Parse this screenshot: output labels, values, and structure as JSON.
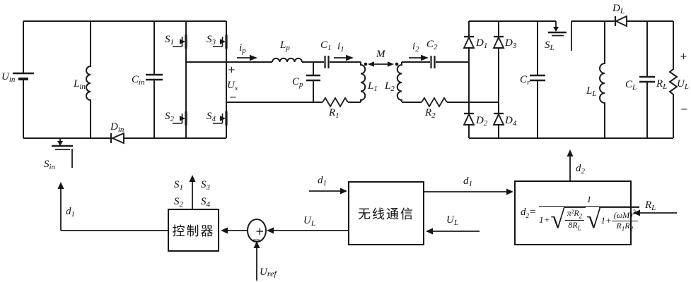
{
  "colors": {
    "ink": "#1b1b1b",
    "background": "#ffffff"
  },
  "power_circuit": {
    "input": {
      "uin": {
        "b": "U",
        "s": "in"
      },
      "lin": {
        "b": "L",
        "s": "in"
      },
      "cin": {
        "b": "C",
        "s": "in"
      },
      "din": {
        "b": "D",
        "s": "in"
      },
      "sin": {
        "b": "S",
        "s": "in"
      }
    },
    "inverter": {
      "s1": {
        "b": "S",
        "s": "1"
      },
      "s2": {
        "b": "S",
        "s": "2"
      },
      "s3": {
        "b": "S",
        "s": "3"
      },
      "s4": {
        "b": "S",
        "s": "4"
      },
      "us": {
        "b": "U",
        "s": "s"
      },
      "plus": "+",
      "minus": "−",
      "ip": {
        "b": "i",
        "s": "p"
      }
    },
    "resonant": {
      "lp": {
        "b": "L",
        "s": "p"
      },
      "cp": {
        "b": "C",
        "s": "p"
      },
      "c1": {
        "b": "C",
        "s": "1"
      },
      "i1": {
        "b": "i",
        "s": "1"
      },
      "l1": {
        "b": "L",
        "s": "1"
      },
      "r1": {
        "b": "R",
        "s": "1"
      },
      "m": "M",
      "l2": {
        "b": "L",
        "s": "2"
      },
      "i2": {
        "b": "i",
        "s": "2"
      },
      "c2": {
        "b": "C",
        "s": "2"
      },
      "r2": {
        "b": "R",
        "s": "2"
      }
    },
    "rectifier": {
      "d1": {
        "b": "D",
        "s": "1"
      },
      "d2": {
        "b": "D",
        "s": "2"
      },
      "d3": {
        "b": "D",
        "s": "3"
      },
      "d4": {
        "b": "D",
        "s": "4"
      },
      "cr": {
        "b": "C",
        "s": "r"
      }
    },
    "output": {
      "sl": {
        "b": "S",
        "s": "L"
      },
      "dl": {
        "b": "D",
        "s": "L"
      },
      "ll": {
        "b": "L",
        "s": "L"
      },
      "cl": {
        "b": "C",
        "s": "L"
      },
      "rl": {
        "b": "R",
        "s": "L"
      },
      "ul": {
        "b": "U",
        "s": "L"
      },
      "plus": "+",
      "minus": "−"
    }
  },
  "control": {
    "controller_label": "控制器",
    "wireless_label": "无线通信",
    "d1": {
      "b": "d",
      "s": "1"
    },
    "d2": {
      "b": "d",
      "s": "2"
    },
    "ul": {
      "b": "U",
      "s": "L"
    },
    "rl": {
      "b": "R",
      "s": "L"
    },
    "uref": {
      "b": "U",
      "s": "ref"
    },
    "sum_plus": "+",
    "sum_minus": "−",
    "gates": {
      "s1": {
        "b": "S",
        "s": "1"
      },
      "s2": {
        "b": "S",
        "s": "2"
      },
      "s3": {
        "b": "S",
        "s": "3"
      },
      "s4": {
        "b": "S",
        "s": "4"
      }
    }
  },
  "formula": {
    "lhs": {
      "b": "d",
      "s": "2"
    },
    "eq": "=",
    "num": "1",
    "one_plus": "1+",
    "radical": "√",
    "f1": {
      "num_base": "π²R",
      "num_sub": "2",
      "den_base": "8R",
      "den_sub": "L"
    },
    "f2": {
      "prefix": "1+",
      "num_base": "(ωM)",
      "num_sup": "2",
      "den1_base": "R",
      "den1_sub": "1",
      "den2_base": "R",
      "den2_sub": "2"
    }
  }
}
